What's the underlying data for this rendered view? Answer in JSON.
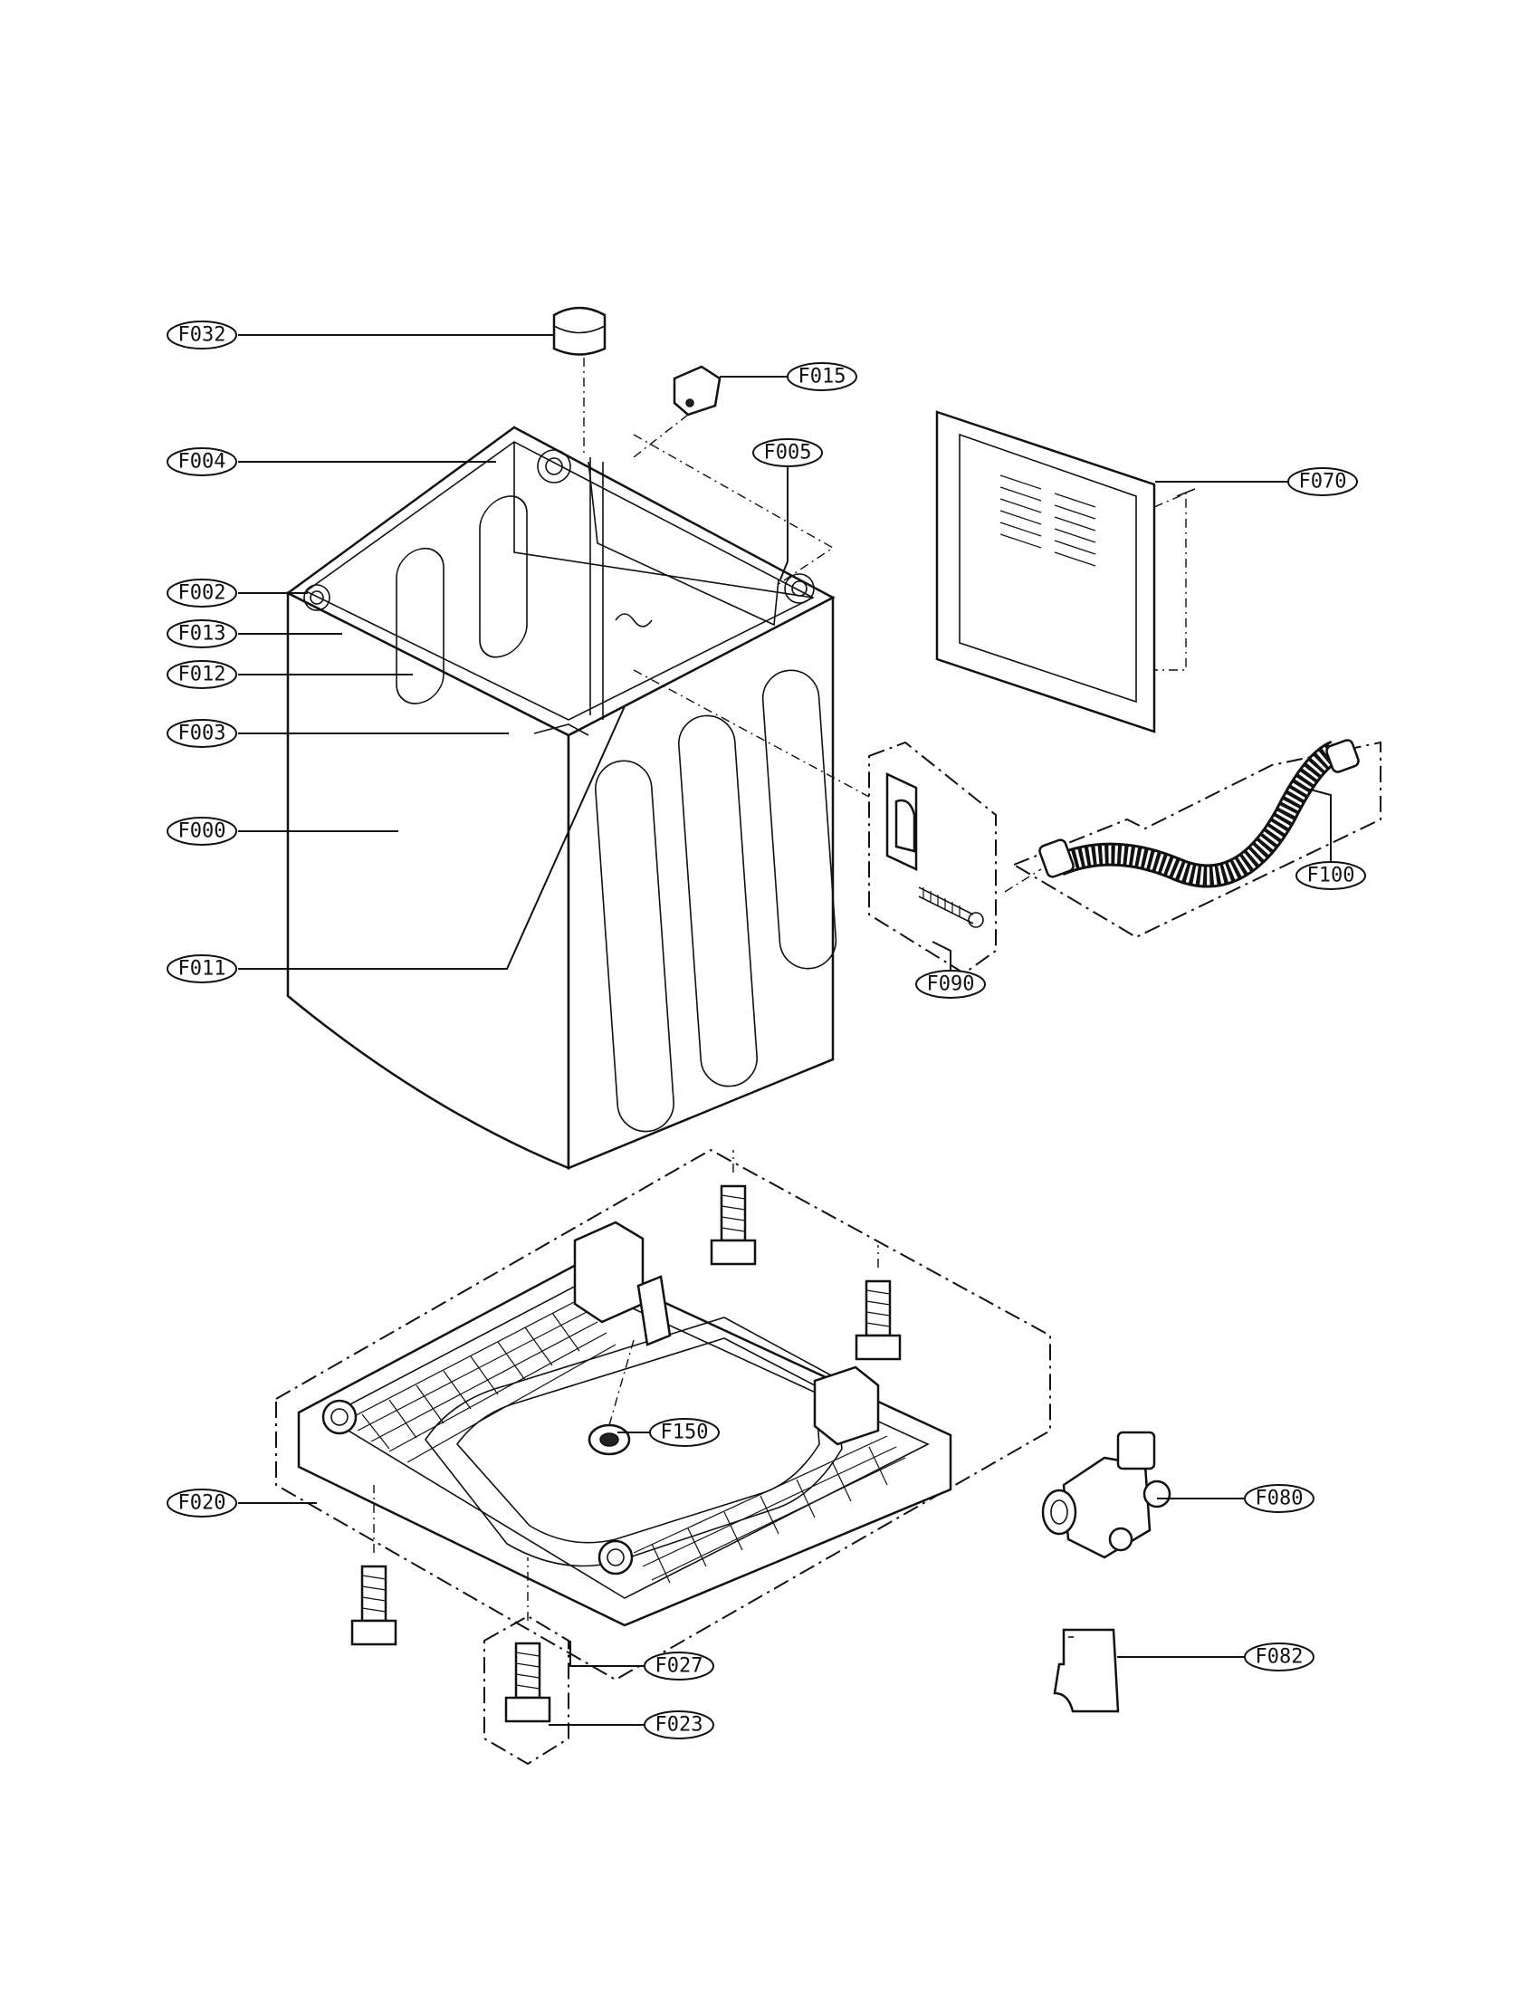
{
  "callouts": [
    {
      "id": "F032",
      "label": "F032"
    },
    {
      "id": "F015",
      "label": "F015"
    },
    {
      "id": "F004",
      "label": "F004"
    },
    {
      "id": "F005",
      "label": "F005"
    },
    {
      "id": "F070",
      "label": "F070"
    },
    {
      "id": "F002",
      "label": "F002"
    },
    {
      "id": "F013",
      "label": "F013"
    },
    {
      "id": "F012",
      "label": "F012"
    },
    {
      "id": "F003",
      "label": "F003"
    },
    {
      "id": "F000",
      "label": "F000"
    },
    {
      "id": "F011",
      "label": "F011"
    },
    {
      "id": "F090",
      "label": "F090"
    },
    {
      "id": "F100",
      "label": "F100"
    },
    {
      "id": "F150",
      "label": "F150"
    },
    {
      "id": "F020",
      "label": "F020"
    },
    {
      "id": "F080",
      "label": "F080"
    },
    {
      "id": "F027",
      "label": "F027"
    },
    {
      "id": "F023",
      "label": "F023"
    },
    {
      "id": "F082",
      "label": "F082"
    }
  ]
}
